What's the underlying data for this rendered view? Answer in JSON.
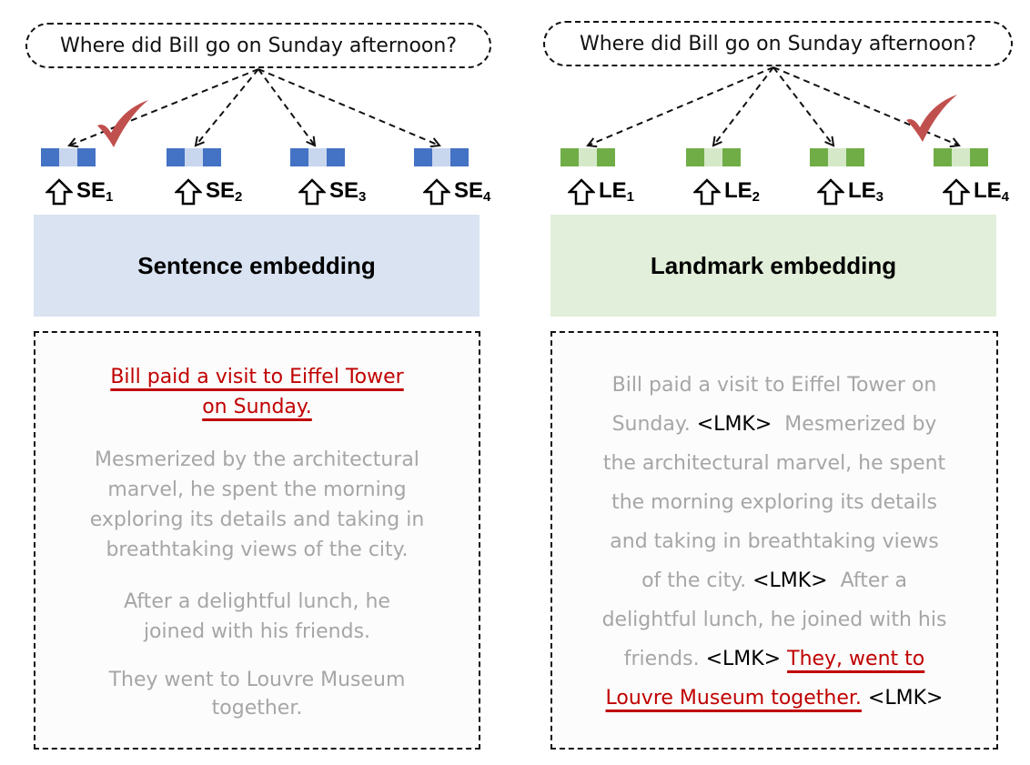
{
  "left": {
    "query": "Where did Bill go on Sunday afternoon?",
    "embeddings": [
      {
        "prefix": "SE",
        "index": "1"
      },
      {
        "prefix": "SE",
        "index": "2"
      },
      {
        "prefix": "SE",
        "index": "3"
      },
      {
        "prefix": "SE",
        "index": "4"
      }
    ],
    "band_label": "Sentence embedding",
    "context": {
      "hl_line1": "Bill paid a visit to Eiffel Tower",
      "hl_line2": "on Sunday.",
      "p2_line1": "Mesmerized by the architectural",
      "p2_line2": "marvel, he spent the morning",
      "p2_line3": "exploring its details and taking in",
      "p2_line4": "breathtaking views of the city.",
      "p3_line1": "After a delightful lunch, he",
      "p3_line2": "joined with his friends.",
      "p4_line1": "They went to Louvre Museum",
      "p4_line2": "together."
    },
    "colors": {
      "dark": "#4472c4",
      "light": "#c8d6ee"
    }
  },
  "right": {
    "query": "Where did Bill go on Sunday afternoon?",
    "embeddings": [
      {
        "prefix": "LE",
        "index": "1"
      },
      {
        "prefix": "LE",
        "index": "2"
      },
      {
        "prefix": "LE",
        "index": "3"
      },
      {
        "prefix": "LE",
        "index": "4"
      }
    ],
    "band_label": "Landmark embedding",
    "context": {
      "l1": "Bill paid a visit to Eiffel Tower on",
      "l2a": "Sunday.",
      "l2b": "Mesmerized by",
      "l3": "the architectural marvel, he spent",
      "l4": "the morning exploring its details",
      "l5": "and taking in breathtaking views",
      "l6a": "of the city.",
      "l6b": "After a",
      "l7": "delightful lunch, he joined with his",
      "l8a": "friends.",
      "l8b": "They, went to",
      "l9a": "Louvre Museum together.",
      "lmk": "<LMK>"
    },
    "colors": {
      "dark": "#70ad47",
      "light": "#d5e8c8"
    }
  },
  "accent": {
    "check": "#c0504d",
    "highlight": "#c00000"
  }
}
